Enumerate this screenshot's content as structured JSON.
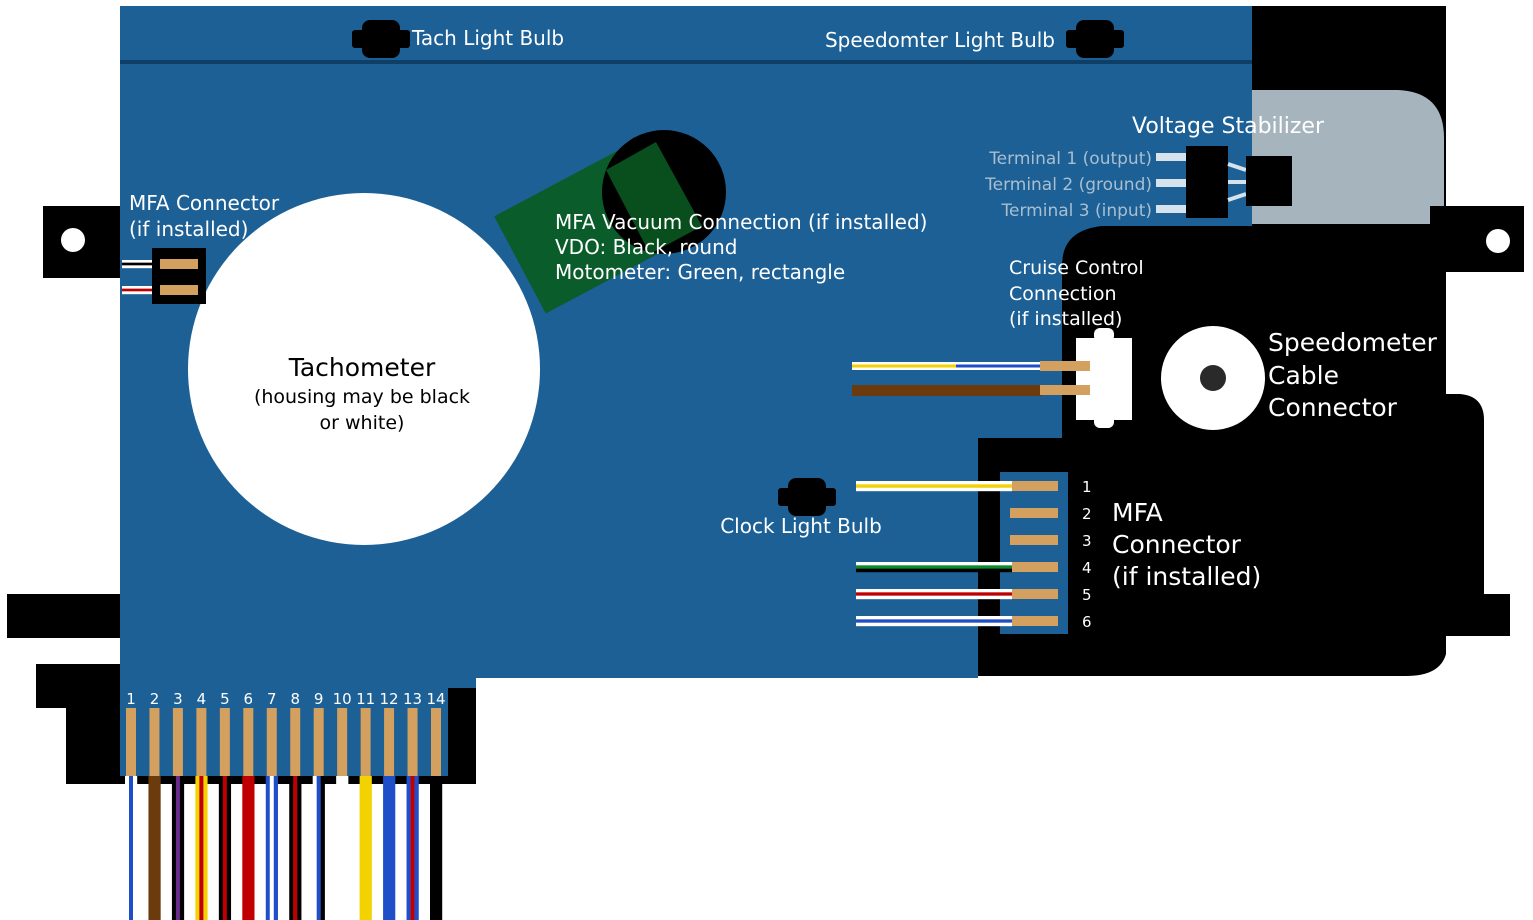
{
  "colors": {
    "board_blue": "#1c6096",
    "housing_black": "#000000",
    "pin_tan": "#d4a05f",
    "stabilizer_gray": "#a6b4bd",
    "vacuum_green": "#0a5c22",
    "tach_face": "#ffffff",
    "label_white": "#ffffff",
    "terminal_label_gray": "#a9bfd0"
  },
  "labels": {
    "tach_bulb": "Tach Light Bulb",
    "speedo_bulb": "Speedomter Light Bulb",
    "voltage_stabilizer": "Voltage Stabilizer",
    "terminals": [
      "Terminal 1 (output)",
      "Terminal 2 (ground)",
      "Terminal 3 (input)"
    ],
    "mfa_left": [
      "MFA Connector",
      "(if installed)"
    ],
    "vacuum": [
      "MFA Vacuum Connection (if installed)",
      "VDO: Black, round",
      "Motometer: Green, rectangle"
    ],
    "cruise": [
      "Cruise Control",
      "Connection",
      "(if installed)"
    ],
    "speedo_cable": [
      "Speedometer",
      "Cable",
      "Connector"
    ],
    "tachometer_title": "Tachometer",
    "tachometer_sub": [
      "(housing may be black",
      "or white)"
    ],
    "clock_bulb": "Clock Light Bulb",
    "mfa_right": [
      "MFA",
      "Connector",
      "(if installed)"
    ]
  },
  "mfa_right_pins": [
    {
      "n": "1",
      "wire": [
        "#ffffff",
        "#f2d200",
        "#ffffff"
      ]
    },
    {
      "n": "2",
      "wire": null
    },
    {
      "n": "3",
      "wire": null
    },
    {
      "n": "4",
      "wire": [
        "#ffffff",
        "#0a8a2a",
        "#000000"
      ]
    },
    {
      "n": "5",
      "wire": [
        "#ffffff",
        "#c00000",
        "#ffffff"
      ]
    },
    {
      "n": "6",
      "wire": [
        "#ffffff",
        "#1f4fc8",
        "#ffffff"
      ]
    }
  ],
  "mfa_left_wires": [
    {
      "stripes": [
        "#ffffff",
        "#000000",
        "#ffffff"
      ]
    },
    {
      "stripes": [
        "#ffffff",
        "#c00000",
        "#ffffff"
      ]
    }
  ],
  "cruise_wires": [
    {
      "colors": [
        "#ffffff",
        "#f2d200",
        "#1f4fc8",
        "#ffffff"
      ]
    },
    {
      "colors": [
        "#6b3b0e"
      ]
    }
  ],
  "bottom_pins": [
    {
      "n": "1",
      "wire": [
        "#ffffff",
        "#1f4fc8",
        "#ffffff"
      ]
    },
    {
      "n": "2",
      "wire": [
        "#6b3b0e"
      ]
    },
    {
      "n": "3",
      "wire": [
        "#000000",
        "#6a2c8a",
        "#000000"
      ]
    },
    {
      "n": "4",
      "wire": [
        "#f2d200",
        "#c00000",
        "#f2d200"
      ]
    },
    {
      "n": "5",
      "wire": [
        "#000000",
        "#c00000",
        "#000000"
      ]
    },
    {
      "n": "6",
      "wire": [
        "#c00000"
      ]
    },
    {
      "n": "7",
      "wire": [
        "#1f4fc8",
        "#ffffff",
        "#1f4fc8"
      ]
    },
    {
      "n": "8",
      "wire": [
        "#000000",
        "#c00000",
        "#000000"
      ]
    },
    {
      "n": "9",
      "wire": [
        "#ffffff",
        "#1f4fc8",
        "#000000"
      ]
    },
    {
      "n": "10",
      "wire": [
        "#ffffff"
      ]
    },
    {
      "n": "11",
      "wire": [
        "#f2d200"
      ]
    },
    {
      "n": "12",
      "wire": [
        "#1f4fc8"
      ]
    },
    {
      "n": "13",
      "wire": [
        "#1f4fc8",
        "#c00000",
        "#1f4fc8"
      ]
    },
    {
      "n": "14",
      "wire": [
        "#000000"
      ]
    }
  ]
}
